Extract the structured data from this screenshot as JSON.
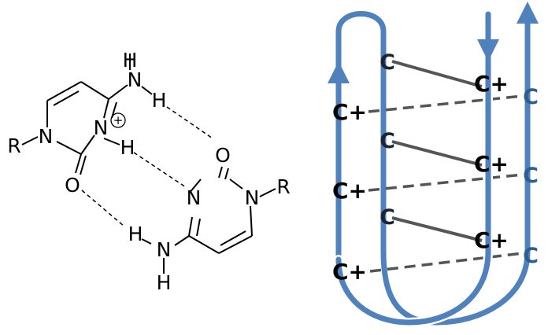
{
  "base_pair": {
    "labels": {
      "h": "H",
      "n": "N",
      "o": "O",
      "r": "R",
      "charge": "+"
    }
  },
  "i_motif": {
    "c_label": "C",
    "c_plus_label": "C+",
    "colors": {
      "strand": "#4f81bd",
      "strand_edge": "#ffffff",
      "dark_c": "#1c2533",
      "blue_c": "#2c5f8e",
      "bond": "#555555"
    }
  }
}
